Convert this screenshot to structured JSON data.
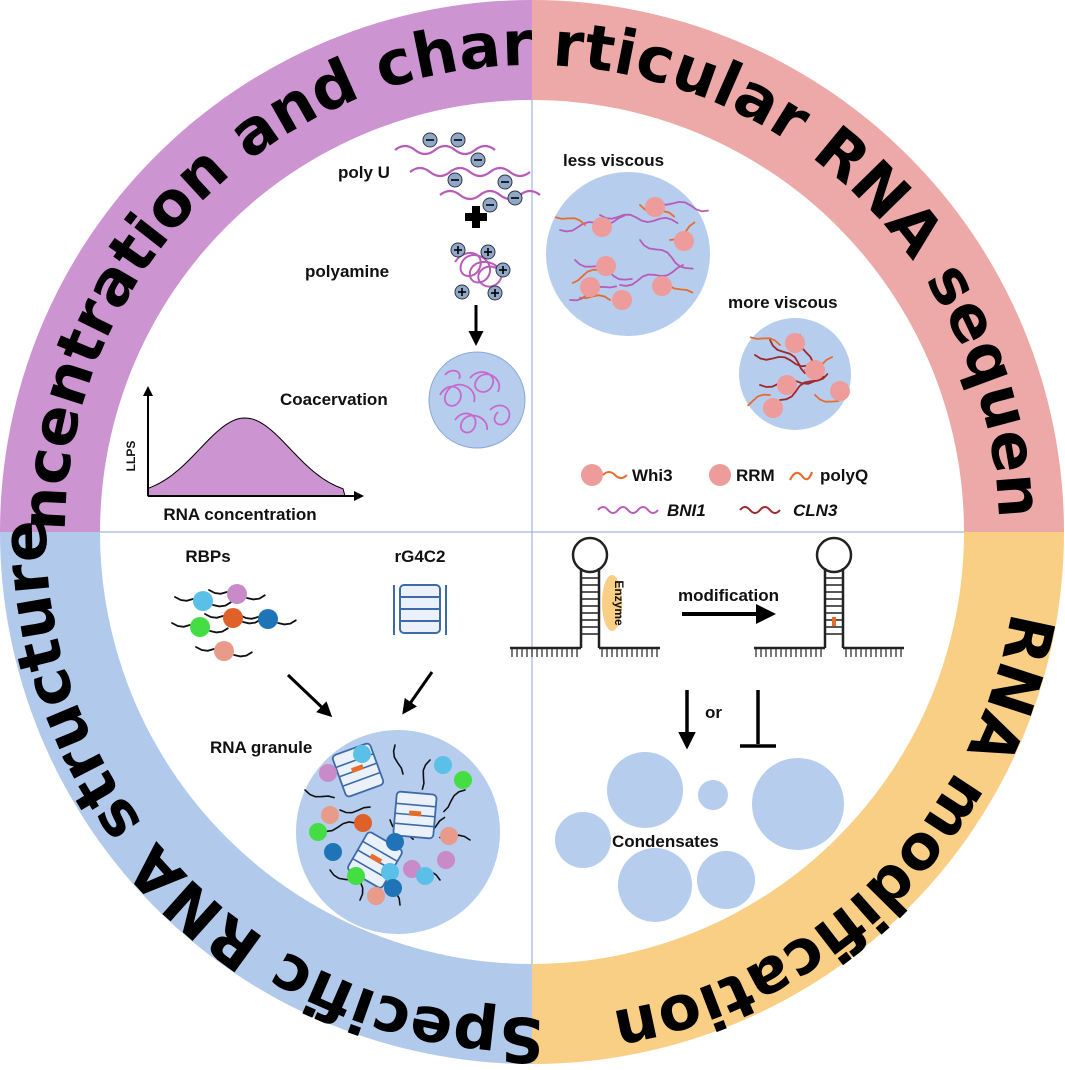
{
  "ring": {
    "top_left": "Concentration and charge",
    "top_right": "Particular RNA sequence",
    "bottom_right": "RNA modification",
    "bottom_left": "Specific RNA structure"
  },
  "colors": {
    "purple": "#cc94d1",
    "pink": "#eda9a8",
    "orange": "#f9cf85",
    "blue": "#b1c9eb",
    "circle_fill": "#b6cdee",
    "whi3": "#ee9b9b",
    "polyq": "#e86c2c",
    "bni1": "#b85cb8",
    "cln3": "#a0282a"
  },
  "q1": {
    "poly_u": "poly U",
    "polyamine": "polyamine",
    "coacervation": "Coacervation",
    "ylabel": "LLPS",
    "xlabel": "RNA concentration"
  },
  "q2": {
    "less_viscous": "less viscous",
    "more_viscous": "more viscous",
    "legend": {
      "whi3": "Whi3",
      "rrm": "RRM",
      "polyq": "polyQ",
      "bni1": "BNI1",
      "cln3": "CLN3"
    }
  },
  "q3": {
    "rbps": "RBPs",
    "rg4c2": "rG4C2",
    "granule": "RNA granule"
  },
  "q4": {
    "enzyme": "Enzyme",
    "modification": "modification",
    "or": "or",
    "condensates": "Condensates"
  }
}
